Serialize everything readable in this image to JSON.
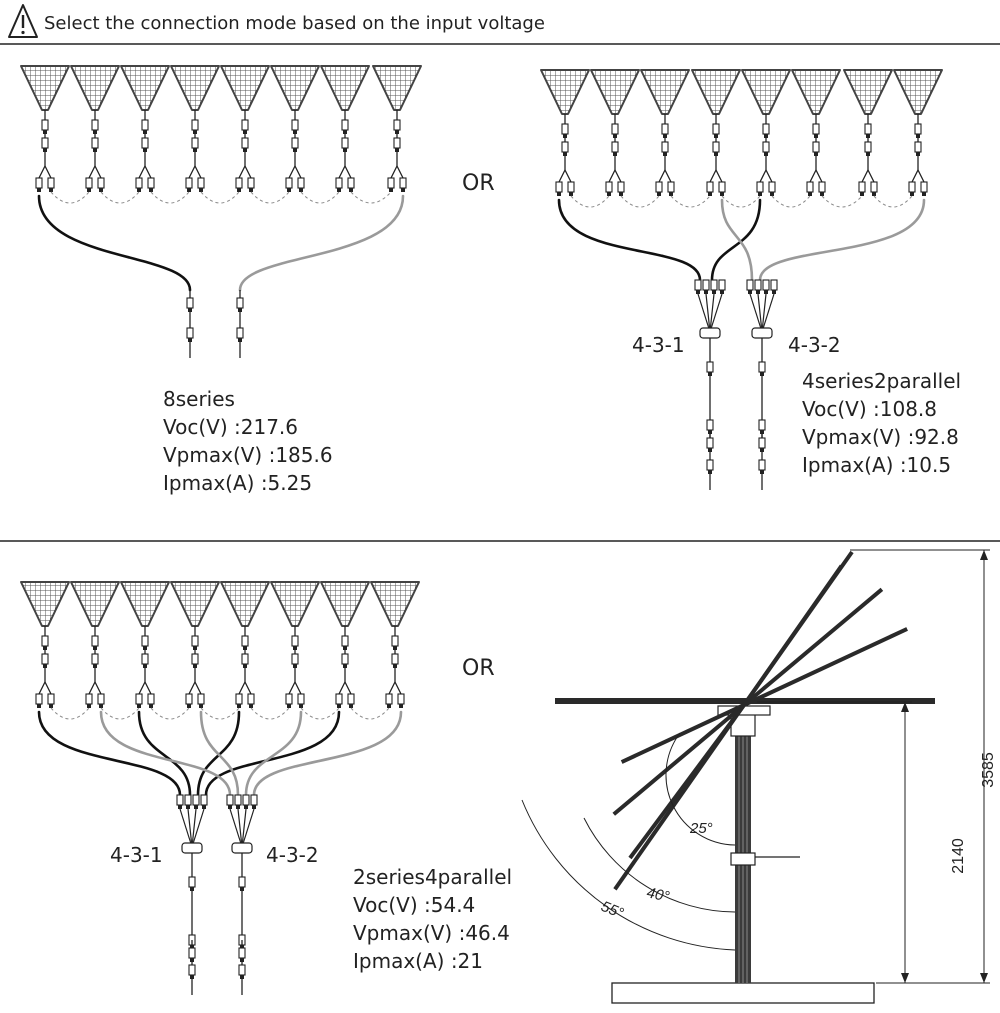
{
  "header": {
    "text": "Select the connection mode based on the input voltage",
    "icon": "warning-icon"
  },
  "colors": {
    "black_cable": "#111111",
    "grey_cable": "#9a9a9a",
    "panel": "#444444",
    "line": "#222222"
  },
  "or_label": "OR",
  "blocks": {
    "a": {
      "mode": "8series",
      "voc": "Voc(V) :217.6",
      "vpmax": "Vpmax(V) :185.6",
      "ipmax": "Ipmax(A) :5.25"
    },
    "b": {
      "mode": "4series2parallel",
      "voc": "Voc(V) :108.8",
      "vpmax": "Vpmax(V) :92.8",
      "ipmax": "Ipmax(A) :10.5",
      "conn1": "4-3-1",
      "conn2": "4-3-2"
    },
    "c": {
      "mode": "2series4parallel",
      "voc": "Voc(V) :54.4",
      "vpmax": "Vpmax(V) :46.4",
      "ipmax": "Ipmax(A) :21",
      "conn1": "4-3-1",
      "conn2": "4-3-2"
    }
  },
  "mount": {
    "height_total": "3585",
    "height_pivot": "2140",
    "angle1": "25°",
    "angle2": "40°",
    "angle3": "55°"
  }
}
